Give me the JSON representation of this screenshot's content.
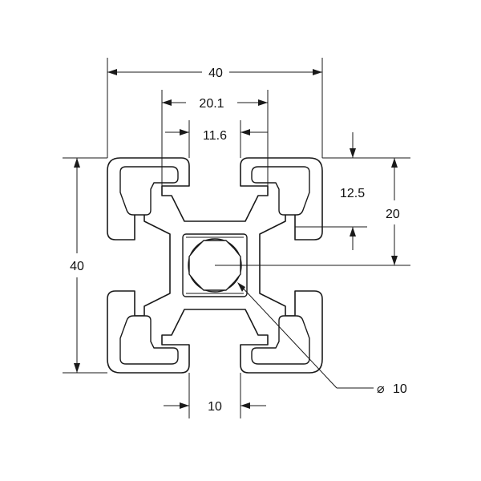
{
  "drawing": {
    "dimensions": {
      "overall_width": "40",
      "slot_outer_width": "20.1",
      "slot_opening_width": "11.6",
      "slot_depth": "12.5",
      "half_height": "20",
      "overall_height": "40",
      "slot_bottom_width": "10",
      "bore_diameter_symbol": "⌀",
      "bore_diameter": "10"
    }
  }
}
